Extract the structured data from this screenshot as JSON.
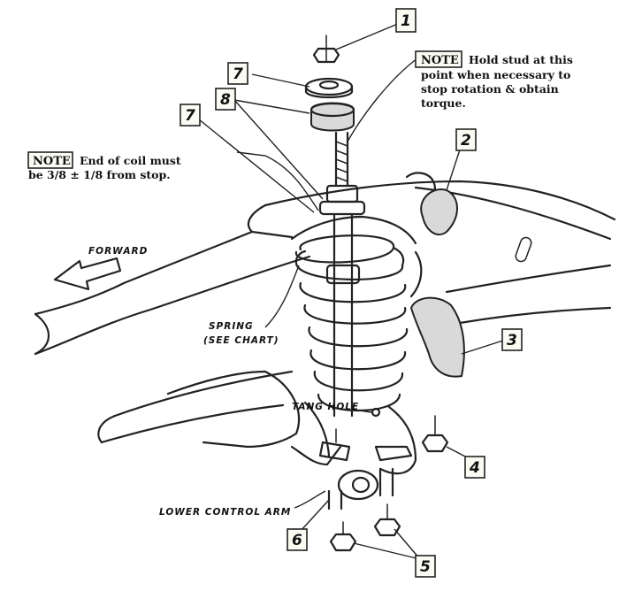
{
  "notes": {
    "stud": {
      "label": "NOTE",
      "lines": [
        "Hold stud at this",
        "point when necessary to",
        "stop rotation & obtain",
        "torque."
      ]
    },
    "coil": {
      "label": "NOTE",
      "line1": "End of coil must",
      "line2": "be 3/8 ± 1/8 from stop."
    }
  },
  "labels": {
    "forward": "FORWARD",
    "spring_line1": "SPRING",
    "spring_line2": "(SEE CHART)",
    "tang_hole": "TANG HOLE",
    "lower_control_arm": "LOWER CONTROL ARM"
  },
  "callouts": {
    "c1": "1",
    "c2": "2",
    "c3": "3",
    "c4": "4",
    "c5": "5",
    "c6": "6",
    "c7_upper": "7",
    "c7_lower": "7",
    "c8": "8"
  }
}
